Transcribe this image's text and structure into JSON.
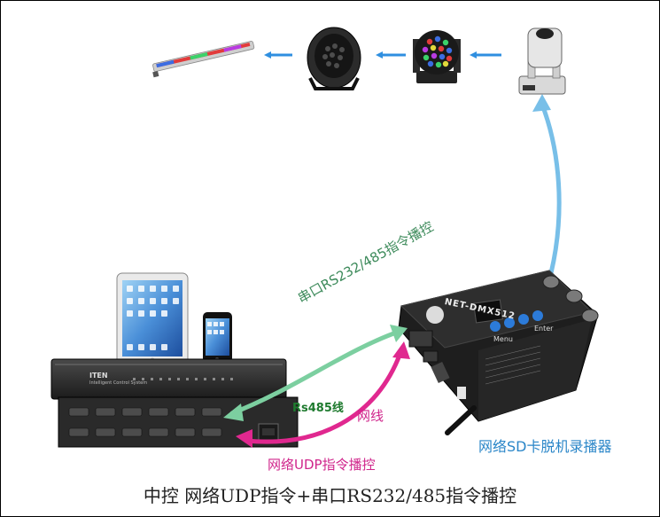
{
  "caption": "中控 网络UDP指令+串口RS232/485指令播控",
  "labels": {
    "recorder": "网络SD卡脱机录播器",
    "udp_control": "网络UDP指令播控",
    "network_cable": "网线",
    "rs485_cable": "Rs485线",
    "serial_control": "串口RS232/485指令播控"
  },
  "device_text": {
    "recorder_model": "NET-DMX512",
    "menu_button": "Menu",
    "enter_button": "Enter",
    "controller_brand": "ITEN",
    "controller_subtitle": "Intelligent  Control  System"
  },
  "colors": {
    "serial_arrow": "#7ccfa0",
    "network_arrow": "#e0288f",
    "dmx_arrow": "#78bfe8",
    "flow_arrow": "#2f8fe0",
    "recorder_text": "#2a86c8"
  },
  "icons": [
    "led-wall-washer-icon",
    "par-light-icon",
    "led-moving-head-icon",
    "moving-head-spot-icon"
  ]
}
